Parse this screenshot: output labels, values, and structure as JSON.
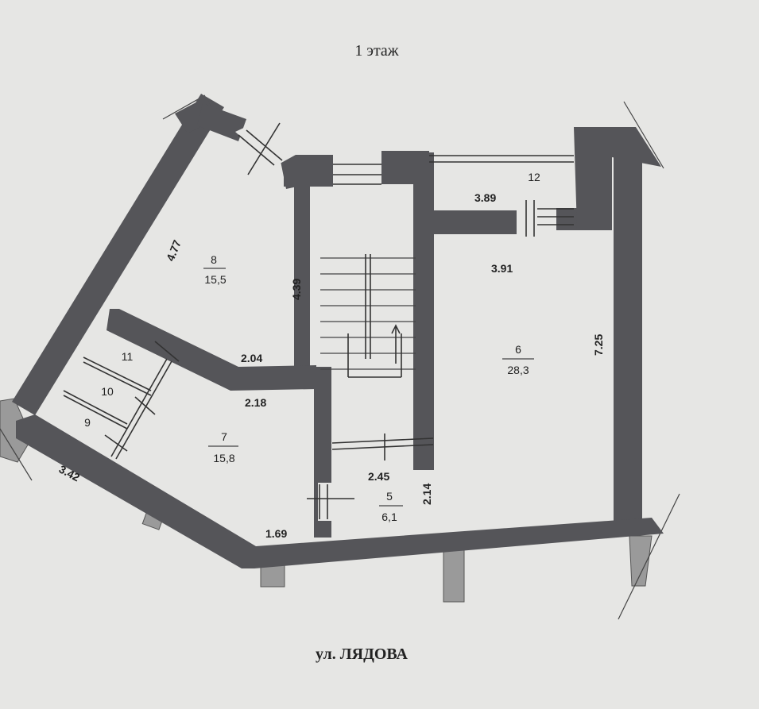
{
  "header": {
    "floor_label": "1 этаж"
  },
  "footer": {
    "street_label": "ул. ЛЯДОВА"
  },
  "rooms": [
    {
      "number": "8",
      "area": "15,5"
    },
    {
      "number": "6",
      "area": "28,3"
    },
    {
      "number": "7",
      "area": "15,8"
    },
    {
      "number": "5",
      "area": "6,1"
    },
    {
      "number": "12",
      "area": ""
    },
    {
      "number": "11",
      "area": ""
    },
    {
      "number": "10",
      "area": ""
    },
    {
      "number": "9",
      "area": ""
    }
  ],
  "dimensions": [
    "4.77",
    "4.39",
    "2.04",
    "2.18",
    "3.42",
    "1.69",
    "2.45",
    "2.14",
    "3.89",
    "3.91",
    "7.25"
  ]
}
